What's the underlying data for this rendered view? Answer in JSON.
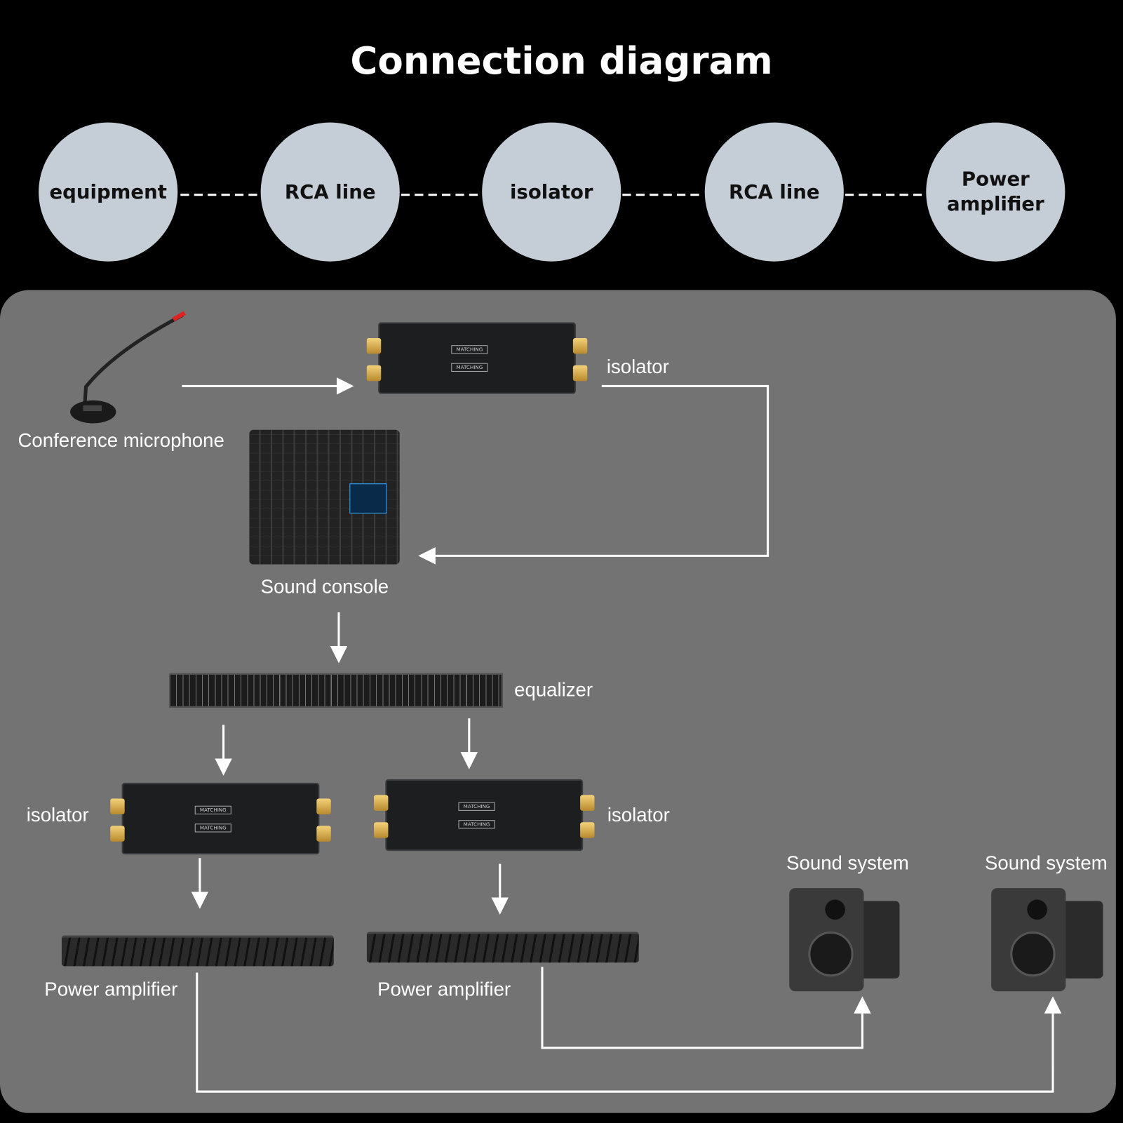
{
  "title": "Connection diagram",
  "chain": [
    "equipment",
    "RCA line",
    "isolator",
    "RCA line",
    "Power amplifier"
  ],
  "devices": {
    "microphone": "Conference microphone",
    "isolator_top": "isolator",
    "console": "Sound console",
    "equalizer": "equalizer",
    "isolator_left": "isolator",
    "isolator_right": "isolator",
    "amp_left": "Power amplifier",
    "amp_right": "Power amplifier",
    "speaker_1": "Sound system",
    "speaker_2": "Sound system"
  },
  "isolator_panel": {
    "matching": "MATCHING"
  },
  "colors": {
    "background": "#000000",
    "panel": "#737373",
    "circle": "#c5cdd6",
    "lines": "#ffffff"
  }
}
